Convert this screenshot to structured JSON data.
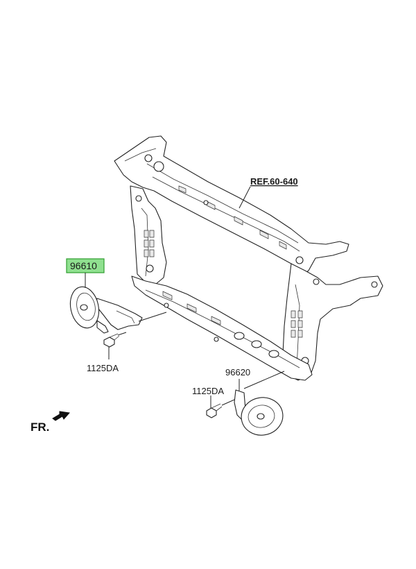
{
  "diagram": {
    "labels": {
      "ref": "REF.60-640",
      "horn_left": "96610",
      "horn_right": "96620",
      "bolt_left": "1125DA",
      "bolt_right": "1125DA",
      "front": "FR."
    },
    "highlight_color": "#8fe08f",
    "highlight_border": "#2f9e2f"
  }
}
